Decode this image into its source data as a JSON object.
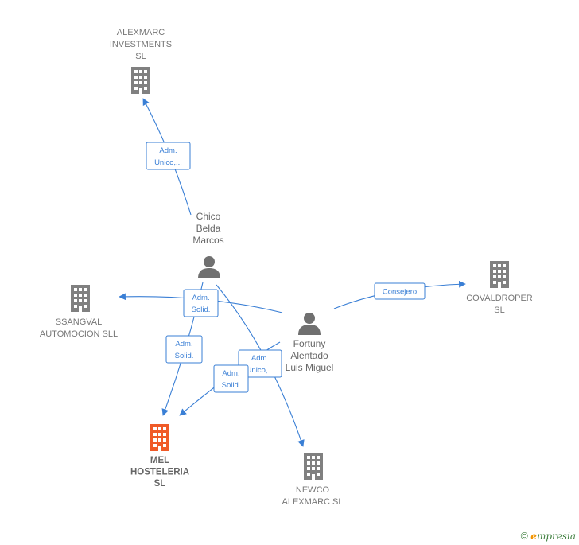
{
  "colors": {
    "edge": "#3a7fd5",
    "company": "#808080",
    "company_main": "#f05a28",
    "person": "#707070"
  },
  "nodes": [
    {
      "id": "alexmarc",
      "type": "company",
      "label": [
        "ALEXMARC",
        "INVESTMENTS",
        "SL"
      ]
    },
    {
      "id": "ssangval",
      "type": "company",
      "label": [
        "SSANGVAL",
        "AUTOMOCION SLL"
      ]
    },
    {
      "id": "mel",
      "type": "company_main",
      "label": [
        "MEL",
        "HOSTELERIA",
        "SL"
      ]
    },
    {
      "id": "newco",
      "type": "company",
      "label": [
        "NEWCO",
        "ALEXMARC  SL"
      ]
    },
    {
      "id": "covaldroper",
      "type": "company",
      "label": [
        "COVALDROPER",
        "SL"
      ]
    },
    {
      "id": "chico",
      "type": "person",
      "label": [
        "Chico",
        "Belda",
        "Marcos"
      ]
    },
    {
      "id": "fortuny",
      "type": "person",
      "label": [
        "Fortuny",
        "Alentado",
        "Luis Miguel"
      ]
    }
  ],
  "edges": [
    {
      "id": "chico-alexmarc",
      "from": "chico",
      "to": "alexmarc",
      "label": [
        "Adm.",
        "Unico,..."
      ]
    },
    {
      "id": "chico-mel",
      "from": "chico",
      "to": "mel",
      "label": [
        "Adm.",
        "Solid."
      ]
    },
    {
      "id": "chico-newco",
      "from": "chico",
      "to": "newco",
      "label": [
        "Adm.",
        "Unico,..."
      ]
    },
    {
      "id": "fortuny-ssangval",
      "from": "fortuny",
      "to": "ssangval",
      "label": [
        "Adm.",
        "Solid."
      ]
    },
    {
      "id": "fortuny-mel",
      "from": "fortuny",
      "to": "mel",
      "label": [
        "Adm.",
        "Solid."
      ]
    },
    {
      "id": "fortuny-covaldroper",
      "from": "fortuny",
      "to": "covaldroper",
      "label": [
        "Consejero"
      ]
    }
  ],
  "footer": {
    "copyright": "©",
    "brand_initial": "e",
    "brand_rest": "mpresia"
  }
}
